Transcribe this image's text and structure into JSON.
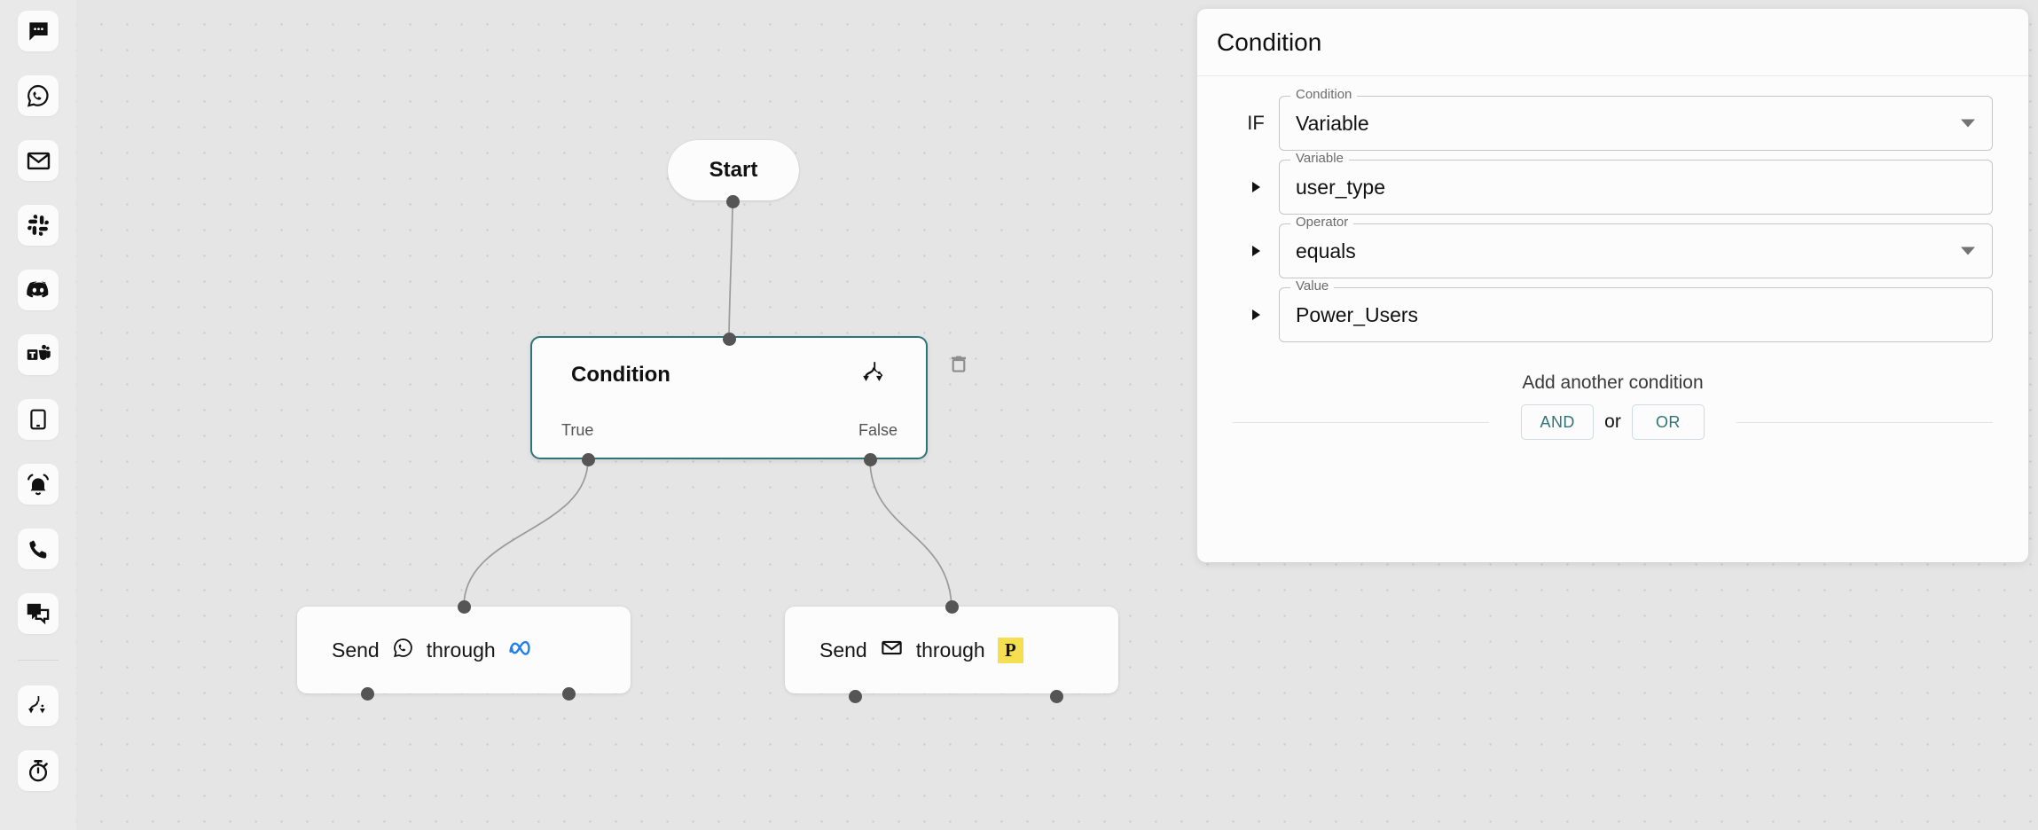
{
  "sidebar": {
    "items": [
      {
        "name": "chat-icon",
        "title": "Chat"
      },
      {
        "name": "whatsapp-icon",
        "title": "WhatsApp"
      },
      {
        "name": "email-icon",
        "title": "Email"
      },
      {
        "name": "slack-icon",
        "title": "Slack"
      },
      {
        "name": "discord-icon",
        "title": "Discord"
      },
      {
        "name": "teams-icon",
        "title": "Microsoft Teams"
      },
      {
        "name": "mobile-push-icon",
        "title": "Mobile Push"
      },
      {
        "name": "alarm-icon",
        "title": "Alerts"
      },
      {
        "name": "phone-icon",
        "title": "Voice"
      },
      {
        "name": "inbox-chat-icon",
        "title": "Inbox"
      },
      {
        "name": "branch-icon",
        "title": "Condition"
      },
      {
        "name": "timer-icon",
        "title": "Delay"
      }
    ]
  },
  "canvas": {
    "nodes": {
      "start": {
        "label": "Start"
      },
      "condition": {
        "title": "Condition",
        "true_label": "True",
        "false_label": "False",
        "icon": "branch-icon",
        "delete_icon": "trash-icon",
        "border_color": "#2f7479"
      },
      "send_whatsapp": {
        "prefix": "Send",
        "channel_icon": "whatsapp-icon",
        "middle": "through",
        "provider_icon": "meta-icon",
        "provider_color": "#1f7ef0"
      },
      "send_email": {
        "prefix": "Send",
        "channel_icon": "envelope-icon",
        "middle": "through",
        "provider_icon": "postmark-icon",
        "provider_label": "P",
        "provider_color": "#f5de50"
      }
    }
  },
  "panel": {
    "title": "Condition",
    "if_label": "IF",
    "fields": [
      {
        "legend": "Condition",
        "value": "Variable",
        "type": "select"
      },
      {
        "legend": "Variable",
        "value": "user_type",
        "type": "text"
      },
      {
        "legend": "Operator",
        "value": "equals",
        "type": "select"
      },
      {
        "legend": "Value",
        "value": "Power_Users",
        "type": "text"
      }
    ],
    "add_condition": {
      "label": "Add another condition",
      "and_label": "AND",
      "or_text": "or",
      "or_label": "OR",
      "accent_color": "#2f7479"
    }
  }
}
